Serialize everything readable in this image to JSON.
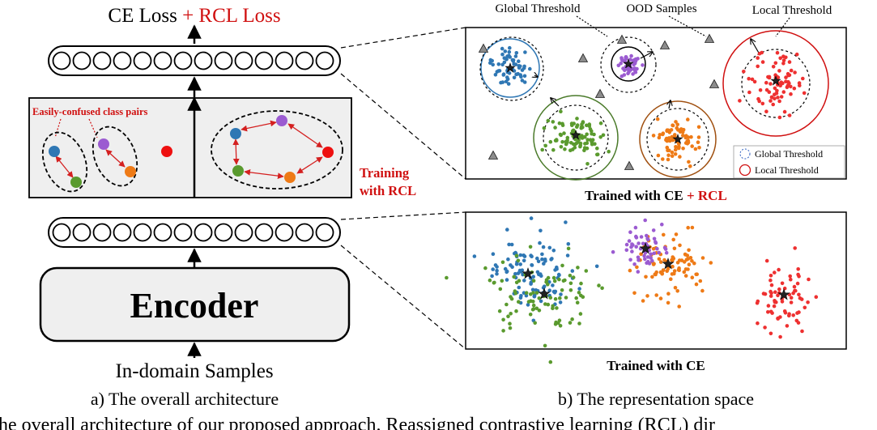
{
  "left": {
    "top_label": {
      "base": "CE Loss",
      "plus": "+ RCL Loss"
    },
    "encoder_label": "Encoder",
    "input_label": "In-domain Samples",
    "box_label": "Easily-confused class pairs",
    "training_label": {
      "line1": "Training",
      "line2": "with RCL"
    },
    "caption": "a) The overall architecture"
  },
  "right_top": {
    "title": {
      "base": "Trained with CE",
      "plus": "+ RCL"
    },
    "annotations": {
      "global": "Global Threshold",
      "ood": "OOD Samples",
      "local": "Local Threshold"
    },
    "legend": {
      "global": "Global Threshold",
      "local": "Local Threshold"
    }
  },
  "right_bottom": {
    "title": "Trained with CE"
  },
  "right_caption": "b) The representation space",
  "bottom_text": "he overall architecture of our proposed approach. Reassigned contrastive learning (RCL) dir",
  "colors": {
    "blue": "#2f77b4",
    "green": "#5a9a2e",
    "purple": "#9b5bd1",
    "orange": "#ee7a16",
    "red": "#ee3030",
    "accent_red": "#d01010",
    "panel_fill": "#efefef",
    "ood_gray": "#8c8c8c"
  },
  "icons": [
    "up-arrow-icon",
    "star-centroid-icon",
    "triangle-ood-icon",
    "dashed-circle-icon",
    "solid-circle-icon"
  ]
}
